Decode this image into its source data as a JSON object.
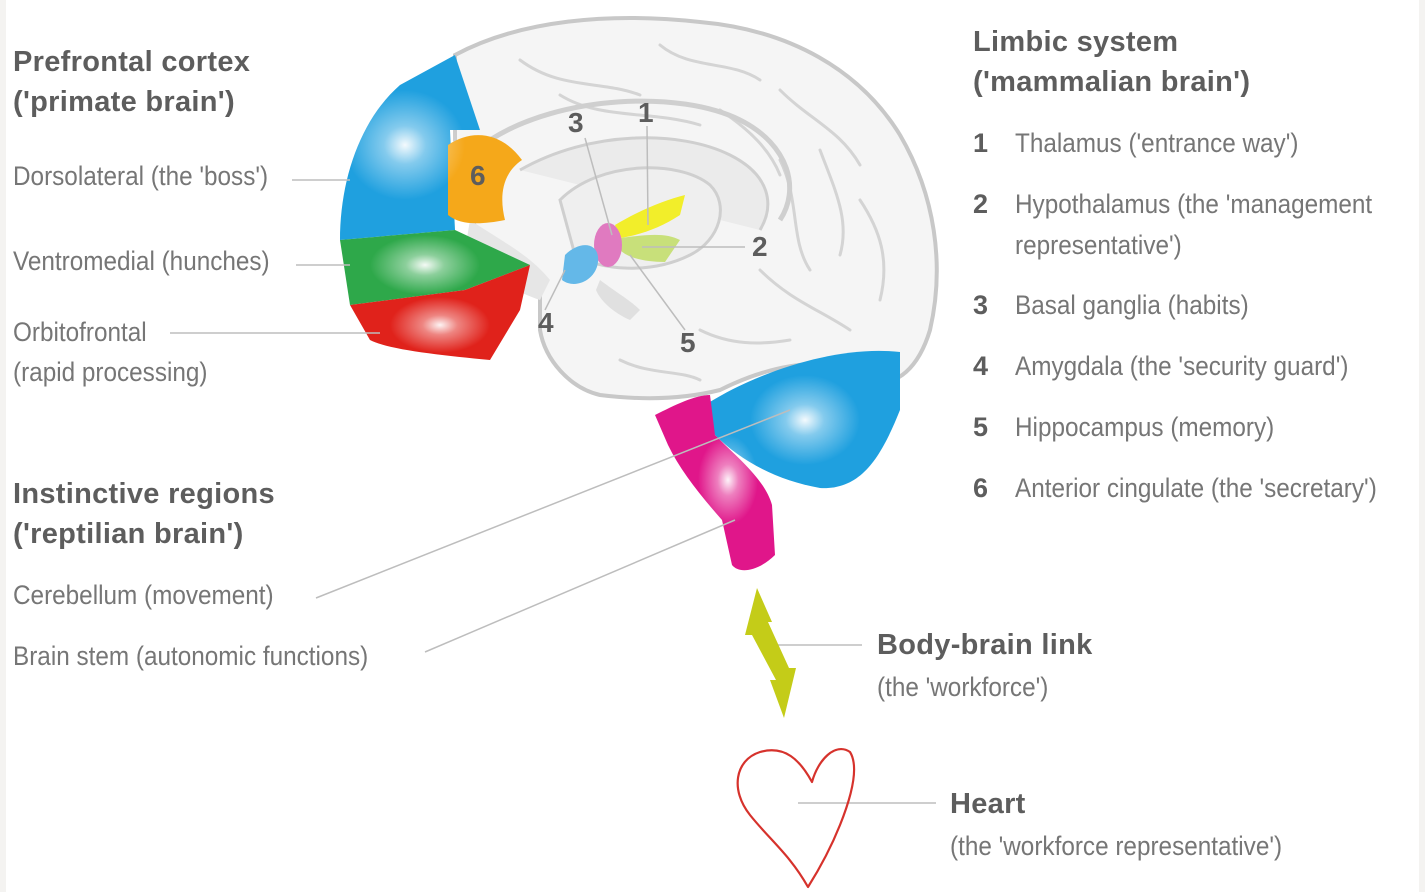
{
  "prefrontal": {
    "heading": [
      "Prefrontal cortex",
      "('primate brain')"
    ],
    "dorsolateral": "Dorsolateral (the 'boss')",
    "ventromedial": "Ventromedial (hunches)",
    "orbitofrontal": [
      "Orbitofrontal",
      "(rapid processing)"
    ]
  },
  "instinctive": {
    "heading": [
      "Instinctive regions",
      "('reptilian brain')"
    ],
    "cerebellum": "Cerebellum (movement)",
    "brainstem": "Brain stem (autonomic functions)"
  },
  "limbic": {
    "heading": [
      "Limbic system",
      "('mammalian brain')"
    ],
    "items": [
      {
        "num": "1",
        "text": [
          "Thalamus ('entrance way')"
        ]
      },
      {
        "num": "2",
        "text": [
          "Hypothalamus (the 'management",
          "representative')"
        ]
      },
      {
        "num": "3",
        "text": [
          "Basal ganglia (habits)"
        ]
      },
      {
        "num": "4",
        "text": [
          "Amygdala (the 'security guard')"
        ]
      },
      {
        "num": "5",
        "text": [
          "Hippocampus (memory)"
        ]
      },
      {
        "num": "6",
        "text": [
          "Anterior cingulate (the 'secretary')"
        ]
      }
    ]
  },
  "link": {
    "title": "Body-brain link",
    "subtitle": "(the 'workforce')"
  },
  "heart": {
    "title": "Heart",
    "subtitle": "(the 'workforce representative')"
  },
  "diagram_numbers": [
    "1",
    "2",
    "3",
    "4",
    "5",
    "6"
  ],
  "colors": {
    "blue": "#1fa0df",
    "orange": "#f5a81a",
    "green": "#2ea84a",
    "red": "#e0221b",
    "magenta": "#e0168a",
    "yellow": "#f2ee2a",
    "pink": "#e07ac0",
    "lightblue": "#64b8e8",
    "arrow": "#c4cc18",
    "heart": "#d6322c",
    "brain_outline": "#c8c8c8",
    "leader": "#bdbdbd"
  }
}
